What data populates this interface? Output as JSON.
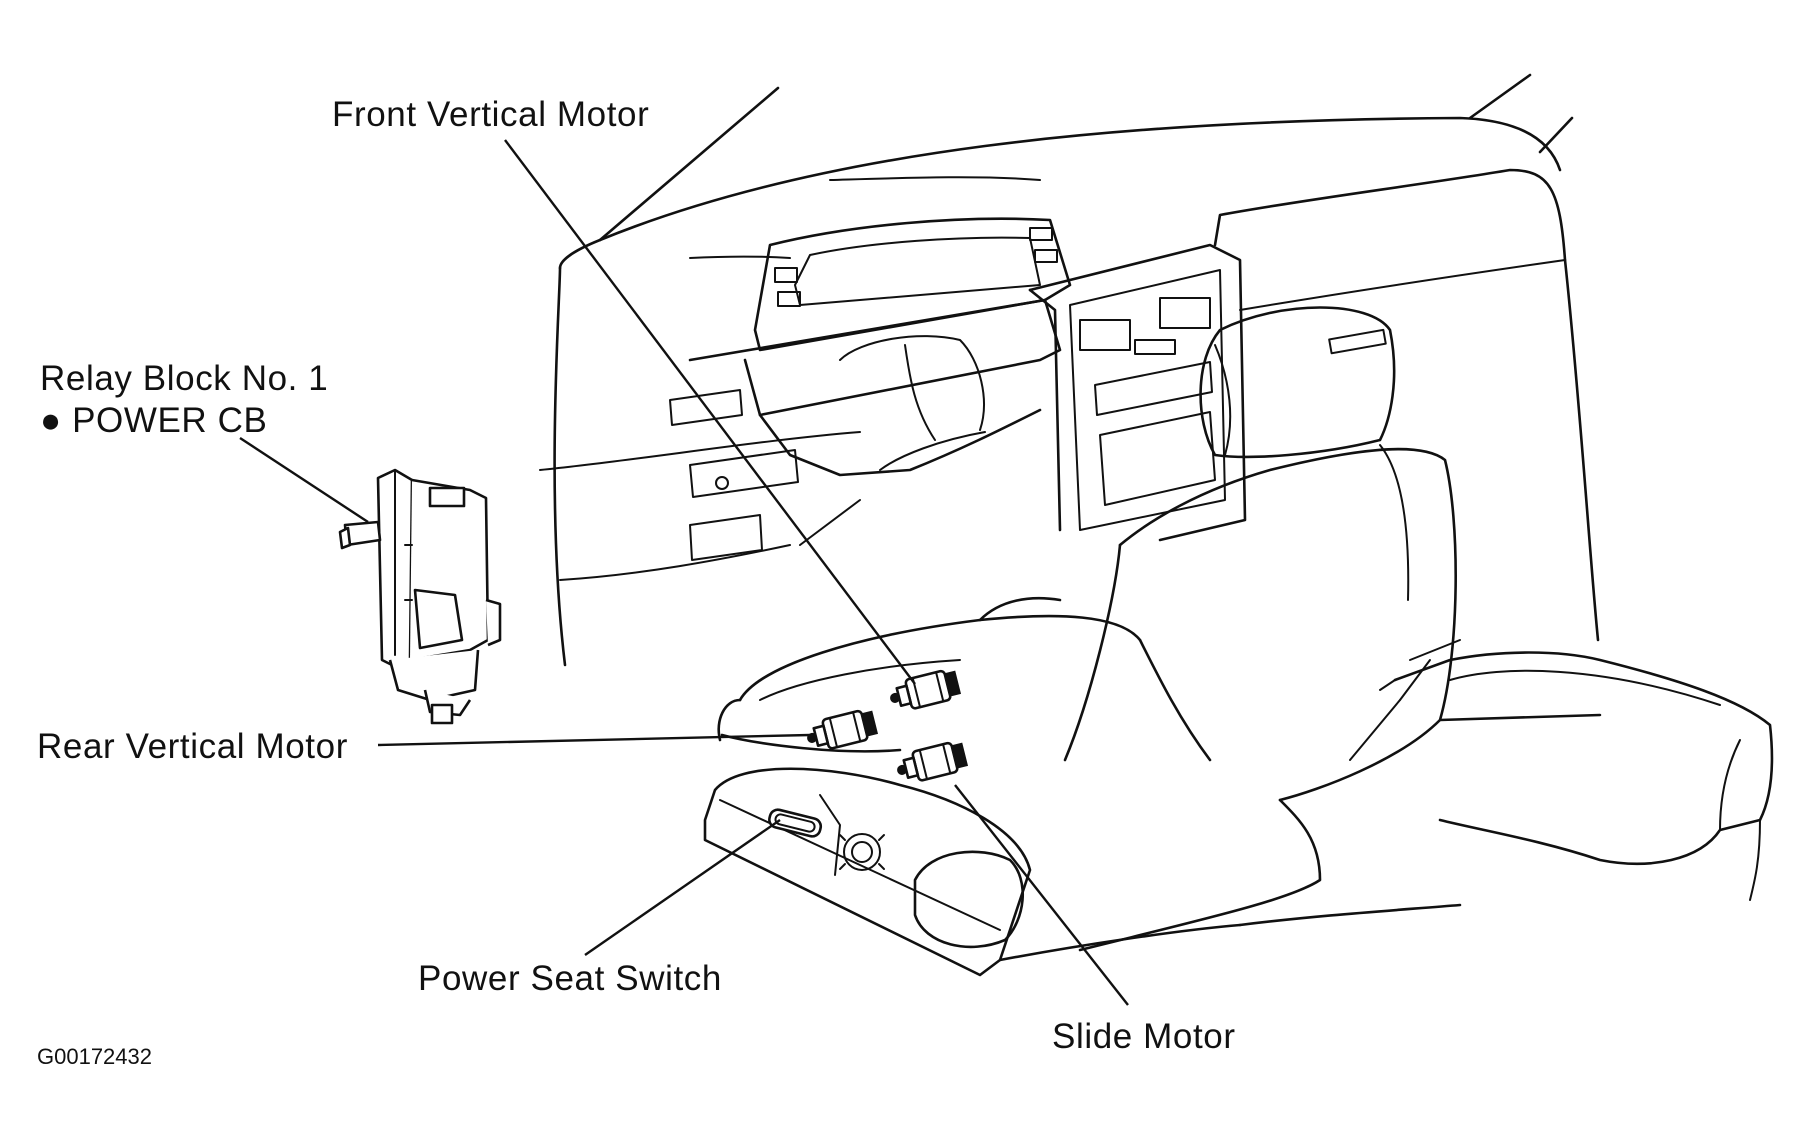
{
  "labels": {
    "front_vertical_motor": "Front Vertical Motor",
    "relay_block_line1": "Relay Block No. 1",
    "relay_block_line2": "● POWER CB",
    "rear_vertical_motor": "Rear Vertical Motor",
    "power_seat_switch": "Power Seat Switch",
    "slide_motor": "Slide Motor"
  },
  "figure_code": "G00172432"
}
